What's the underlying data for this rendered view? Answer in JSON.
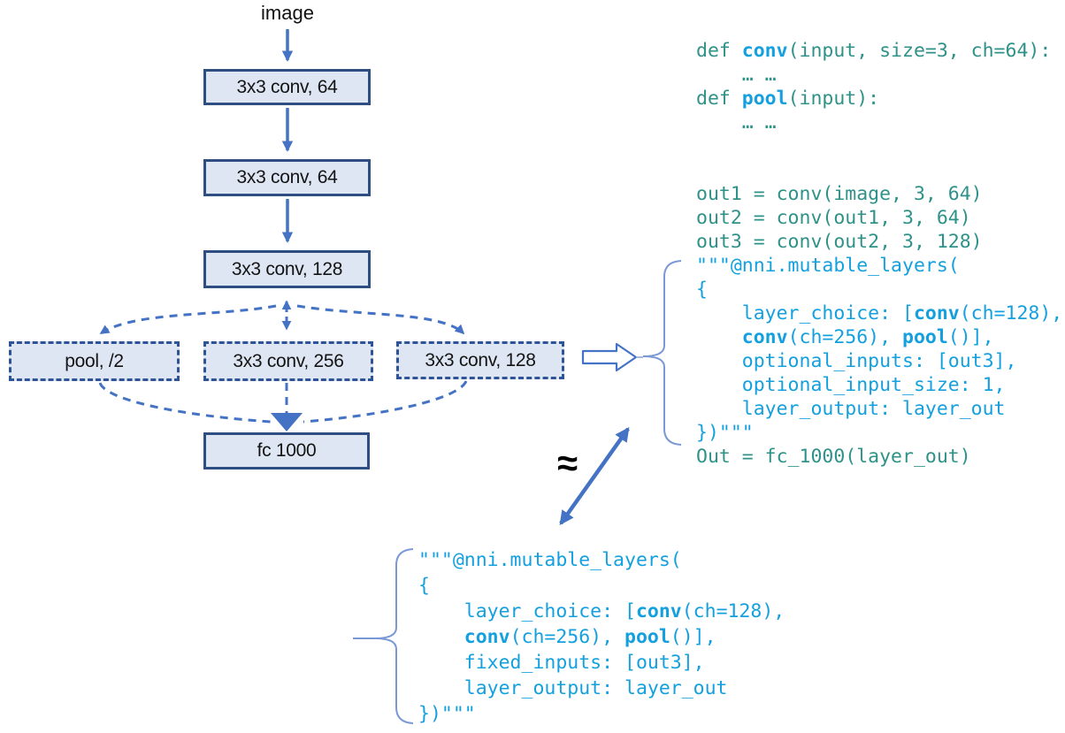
{
  "diagram": {
    "input_label": "image",
    "approx_symbol": "≈",
    "boxes": [
      {
        "id": "conv1",
        "label": "3x3 conv, 64",
        "style": "solid"
      },
      {
        "id": "conv2",
        "label": "3x3 conv, 64",
        "style": "solid"
      },
      {
        "id": "conv3",
        "label": "3x3 conv, 128",
        "style": "solid"
      },
      {
        "id": "pool",
        "label": "pool, /2",
        "style": "dashed"
      },
      {
        "id": "conv256",
        "label": "3x3 conv, 256",
        "style": "dashed"
      },
      {
        "id": "conv128",
        "label": "3x3 conv, 128",
        "style": "dashed"
      },
      {
        "id": "fc",
        "label": "fc 1000",
        "style": "solid"
      }
    ]
  },
  "colors": {
    "accent_blue": "#4472c4",
    "box_fill": "#dee6f3",
    "box_border_dark": "#2e4d80",
    "dashed_border": "#2e5396",
    "code_teal": "#2e9288",
    "code_blue": "#14a0de",
    "brace_blue": "#7a97d6",
    "approx_black": "#000000"
  },
  "code_right": {
    "lines": [
      [
        {
          "t": "def ",
          "c": "teal"
        },
        {
          "t": "conv",
          "c": "blue",
          "b": true
        },
        {
          "t": "(input, size=3, ch=64):",
          "c": "teal"
        }
      ],
      [
        {
          "t": "    … …",
          "c": "teal"
        }
      ],
      [
        {
          "t": "def ",
          "c": "teal"
        },
        {
          "t": "pool",
          "c": "blue",
          "b": true
        },
        {
          "t": "(input):",
          "c": "teal"
        }
      ],
      [
        {
          "t": "    … …",
          "c": "teal"
        }
      ],
      [],
      [],
      [
        {
          "t": "out1 = conv(image, 3, 64)",
          "c": "teal"
        }
      ],
      [
        {
          "t": "out2 = conv(out1, 3, 64)",
          "c": "teal"
        }
      ],
      [
        {
          "t": "out3 = conv(out2, 3, 128)",
          "c": "teal"
        }
      ],
      [
        {
          "t": "\"\"\"@nni.mutable_layers(",
          "c": "blue"
        }
      ],
      [
        {
          "t": "{",
          "c": "blue"
        }
      ],
      [
        {
          "t": "    layer_choice: [",
          "c": "blue"
        },
        {
          "t": "conv",
          "c": "blue",
          "b": true
        },
        {
          "t": "(ch=128),",
          "c": "blue"
        }
      ],
      [
        {
          "t": "    ",
          "c": "blue"
        },
        {
          "t": "conv",
          "c": "blue",
          "b": true
        },
        {
          "t": "(ch=256), ",
          "c": "blue"
        },
        {
          "t": "pool",
          "c": "blue",
          "b": true
        },
        {
          "t": "()],",
          "c": "blue"
        }
      ],
      [
        {
          "t": "    optional_inputs: [out3],",
          "c": "blue"
        }
      ],
      [
        {
          "t": "    optional_input_size: 1,",
          "c": "blue"
        }
      ],
      [
        {
          "t": "    layer_output: layer_out",
          "c": "blue"
        }
      ],
      [
        {
          "t": "})\"\"\"",
          "c": "blue"
        }
      ],
      [
        {
          "t": "Out = fc_1000(layer_out)",
          "c": "teal"
        }
      ]
    ]
  },
  "code_bottom": {
    "lines": [
      [
        {
          "t": "\"\"\"@nni.mutable_layers(",
          "c": "blue"
        }
      ],
      [
        {
          "t": "{",
          "c": "blue"
        }
      ],
      [
        {
          "t": "    layer_choice: [",
          "c": "blue"
        },
        {
          "t": "conv",
          "c": "blue",
          "b": true
        },
        {
          "t": "(ch=128),",
          "c": "blue"
        }
      ],
      [
        {
          "t": "    ",
          "c": "blue"
        },
        {
          "t": "conv",
          "c": "blue",
          "b": true
        },
        {
          "t": "(ch=256), ",
          "c": "blue"
        },
        {
          "t": "pool",
          "c": "blue",
          "b": true
        },
        {
          "t": "()],",
          "c": "blue"
        }
      ],
      [
        {
          "t": "    fixed_inputs: [out3],",
          "c": "blue"
        }
      ],
      [
        {
          "t": "    layer_output: layer_out",
          "c": "blue"
        }
      ],
      [
        {
          "t": "})\"\"\"",
          "c": "blue"
        }
      ]
    ]
  }
}
